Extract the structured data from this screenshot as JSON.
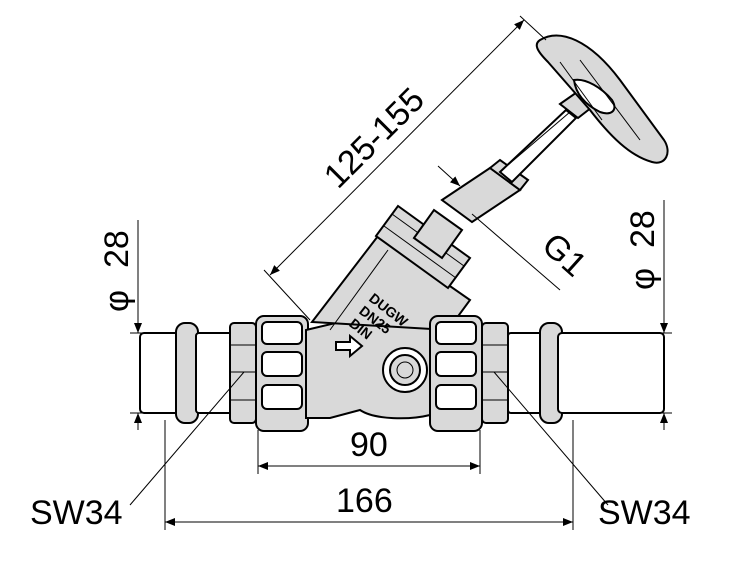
{
  "dimensions": {
    "left_diameter": "28",
    "right_diameter": "28",
    "diameter_symbol": "φ",
    "height_range": "125-155",
    "thread": "G1",
    "body_length": "90",
    "overall_length": "166",
    "left_wrench_size": "SW34",
    "right_wrench_size": "SW34"
  },
  "valve_body": {
    "brand": "DUGW",
    "nominal_size": "DN25",
    "standard": "DIN"
  }
}
